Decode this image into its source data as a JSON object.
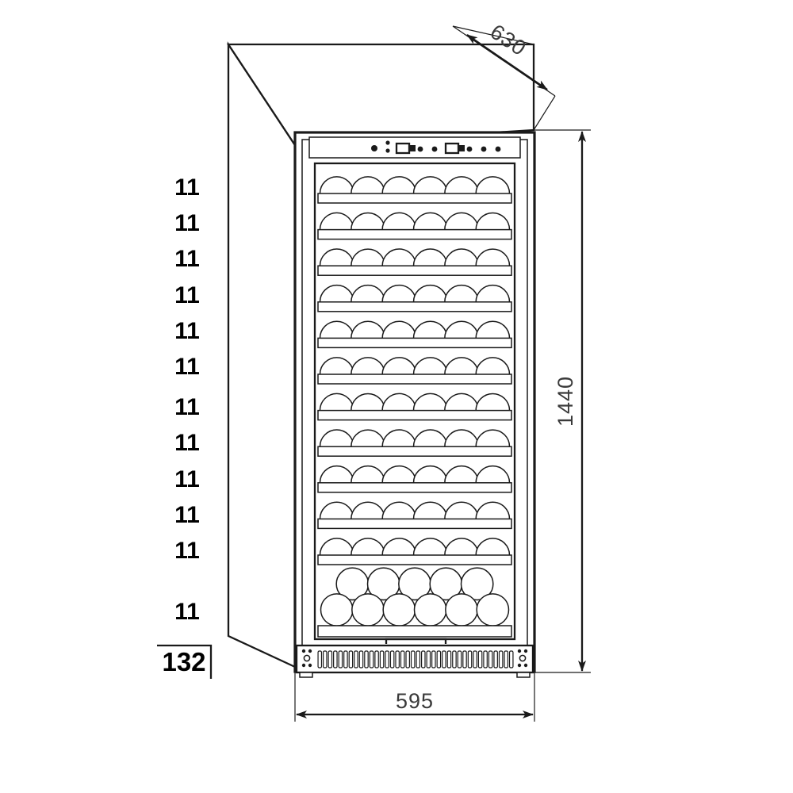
{
  "drawing": {
    "title": "Wine Cabinet Dimensional Drawing",
    "line_color": "#1a1a1a",
    "background": "#ffffff",
    "dim_text_color": "#3a3a3a",
    "count_text_color": "#000000"
  },
  "dimensions": {
    "depth": {
      "value": "630",
      "unit": "mm",
      "orientation": "diagonal",
      "position": "top-right"
    },
    "height": {
      "value": "1440",
      "unit": "mm",
      "orientation": "vertical",
      "position": "right"
    },
    "width": {
      "value": "595",
      "unit": "mm",
      "orientation": "horizontal",
      "position": "bottom"
    }
  },
  "shelf_counts": {
    "label_per_shelf": "11",
    "rows": [
      "11",
      "11",
      "11",
      "11",
      "11",
      "11",
      "11",
      "11",
      "11",
      "11",
      "11",
      "11"
    ],
    "total": "132",
    "total_label": "132"
  },
  "cabinet": {
    "shelf_rows": 11,
    "bottles_per_visible_arc_row": 6,
    "bottom_bin_upper_circles": 5,
    "bottom_bin_lower_circles": 6,
    "control_panel": {
      "icons": [
        "dot",
        "dot-small",
        "dot-small",
        "display-rect",
        "display-rect",
        "dot",
        "dot",
        "dot"
      ]
    },
    "grille": {
      "slot_count": 38,
      "screw_groups": 2
    },
    "handle": "door-handle-bar"
  }
}
